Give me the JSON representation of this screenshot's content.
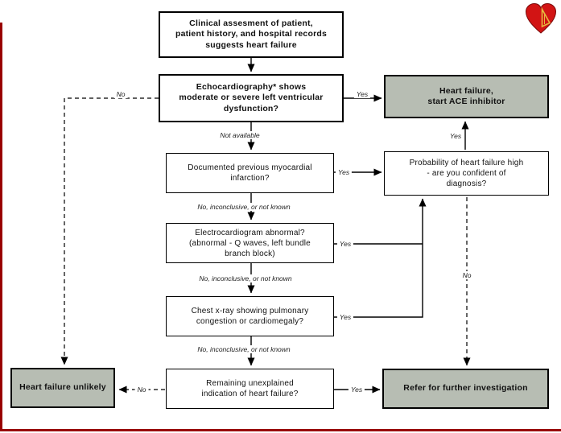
{
  "slide": {
    "boxes": {
      "clinical": {
        "lines": [
          "Clinical assesment of patient,",
          "patient history, and hospital records",
          "suggests heart failure"
        ]
      },
      "echo": {
        "lines": [
          "Echocardiography* shows",
          "moderate or severe left ventricular",
          "dysfunction?"
        ]
      },
      "ace": {
        "lines": [
          "Heart failure,",
          "start ACE inhibitor"
        ]
      },
      "mi": {
        "lines": [
          "Documented previous myocardial",
          "infarction?"
        ]
      },
      "probability": {
        "lines": [
          "Probability of heart failure high",
          "- are you confident of",
          "diagnosis?"
        ]
      },
      "ecg": {
        "lines": [
          "Electrocardiogram abnormal?",
          "(abnormal - Q waves, left bundle",
          "branch block)"
        ]
      },
      "xray": {
        "lines": [
          "Chest x-ray showing pulmonary",
          "congestion or cardiomegaly?"
        ]
      },
      "remaining": {
        "lines": [
          "Remaining unexplained",
          "indication of heart failure?"
        ]
      },
      "unlikely": {
        "lines": [
          "Heart failure unlikely"
        ]
      },
      "refer": {
        "lines": [
          "Refer for further investigation"
        ]
      }
    },
    "labels": {
      "yes": "Yes",
      "no": "No",
      "not_available": "Not available",
      "inconclusive": "No, inconclusive, or not known"
    },
    "icons": {
      "heart_logo": "heart-logo"
    },
    "colors": {
      "action_box_bg": "#b7bdb3",
      "box_border": "#000000",
      "slide_accent": "#990000",
      "heart_red": "#d21414",
      "heart_gold": "#e6b93f"
    }
  }
}
